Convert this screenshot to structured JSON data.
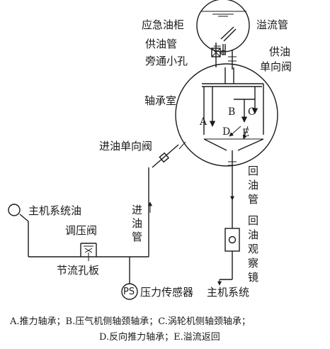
{
  "labels": {
    "emergency_tank": "应急油柜",
    "overflow_pipe": "溢流管",
    "supply_pipe": "供油管",
    "supply_check_valve_1": "供油",
    "supply_check_valve_2": "单向阀",
    "bypass_hole": "旁通小孔",
    "bearing_chamber": "轴承室",
    "inlet_check_valve": "进油单向阀",
    "return_pipe": [
      "回",
      "油",
      "管"
    ],
    "sight_glass": [
      "回",
      "油",
      "观",
      "察",
      "镜"
    ],
    "main_oil": "主机系统油",
    "regulator": "调压阀",
    "inlet_pipe": [
      "进",
      "油",
      "管"
    ],
    "orifice": "节流孔板",
    "ps": "PS",
    "pressure_sensor": "压力传感器",
    "main_system": "主机系统"
  },
  "letters": {
    "a": "A",
    "b": "B",
    "c": "C",
    "d": "D",
    "e": "E"
  },
  "caption": {
    "line1": "A.推力轴承；B.压气机侧轴颈轴承；C.涡轮机侧轴颈轴承；",
    "line2": "D.反向推力轴承；E.溢流返回"
  }
}
